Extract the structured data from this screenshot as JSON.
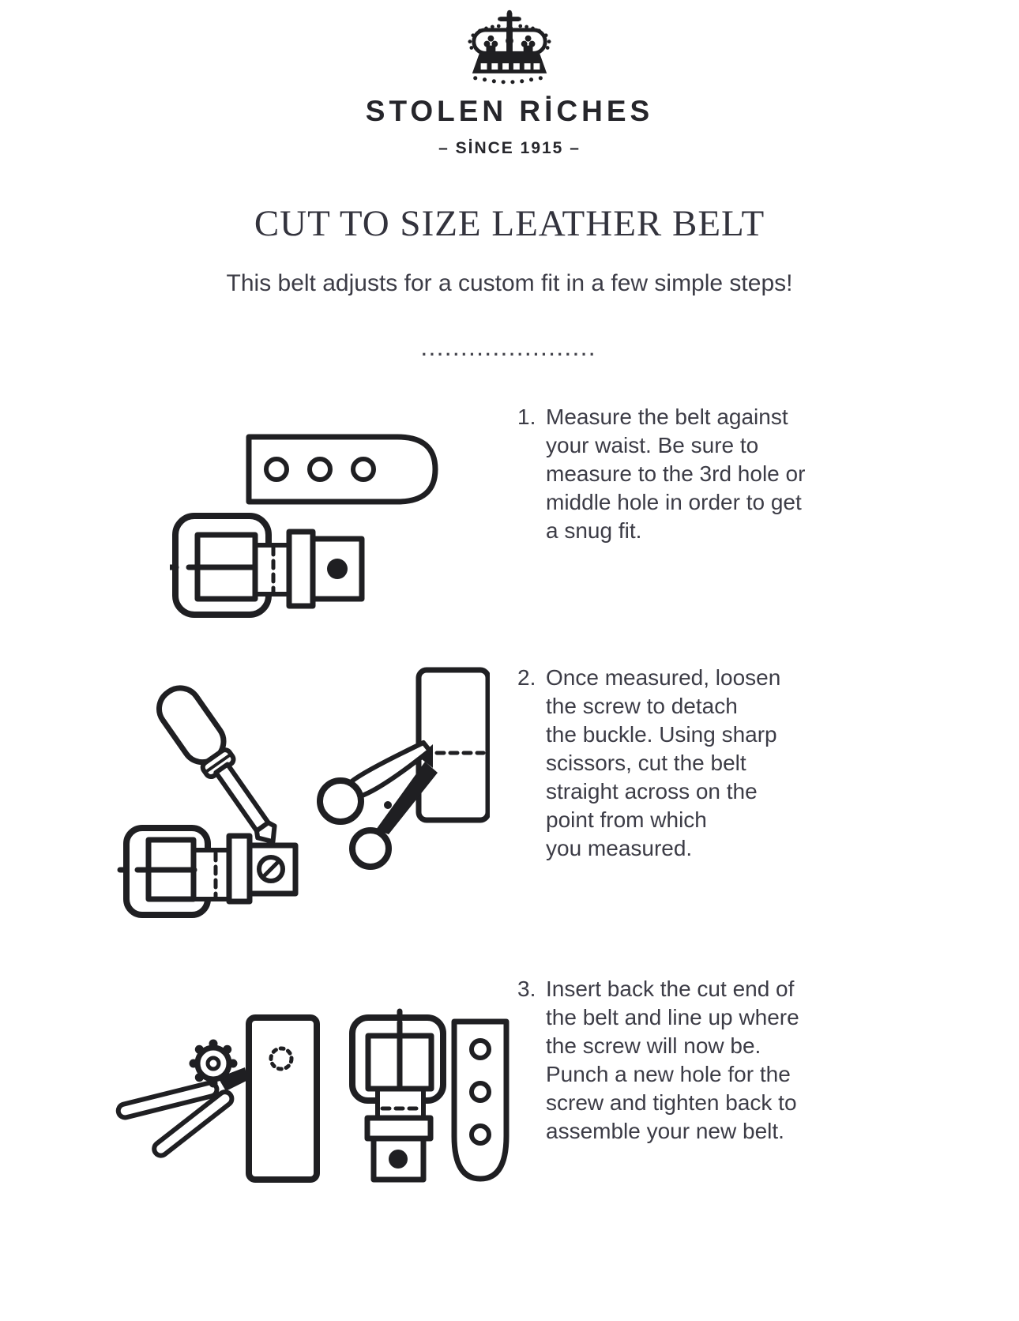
{
  "header": {
    "logo": "crown-icon",
    "brand": "STOLEN RİCHES",
    "since": "– SİNCE 1915 –"
  },
  "title": "CUT TO SIZE LEATHER BELT",
  "subtitle": "This belt adjusts for a custom fit in a few simple steps!",
  "divider_dots": "......................",
  "steps": [
    {
      "number": "1.",
      "illustration": "belt-tip-with-holes-and-buckle",
      "lines": [
        "Measure the belt against",
        "your waist. Be sure to",
        "measure to the 3rd hole or",
        "middle hole in order to get",
        "a snug fit."
      ]
    },
    {
      "number": "2.",
      "illustration": "screwdriver-buckle-and-scissors-cutting-belt",
      "lines": [
        "Once measured, loosen",
        "the screw to detach",
        "the buckle. Using sharp",
        "scissors, cut the belt",
        "straight across on the",
        "point from which",
        "you measured."
      ]
    },
    {
      "number": "3.",
      "illustration": "hole-punch-strap-and-reassembled-belt",
      "lines": [
        "Insert back the cut end of",
        "the belt and line up where",
        "the screw will now be.",
        "Punch a new hole for the",
        "screw and tighten back to",
        "assemble your new belt."
      ]
    }
  ],
  "colors": {
    "text": "#3c3c46",
    "line_art": "#1f1f22",
    "background": "#ffffff"
  }
}
